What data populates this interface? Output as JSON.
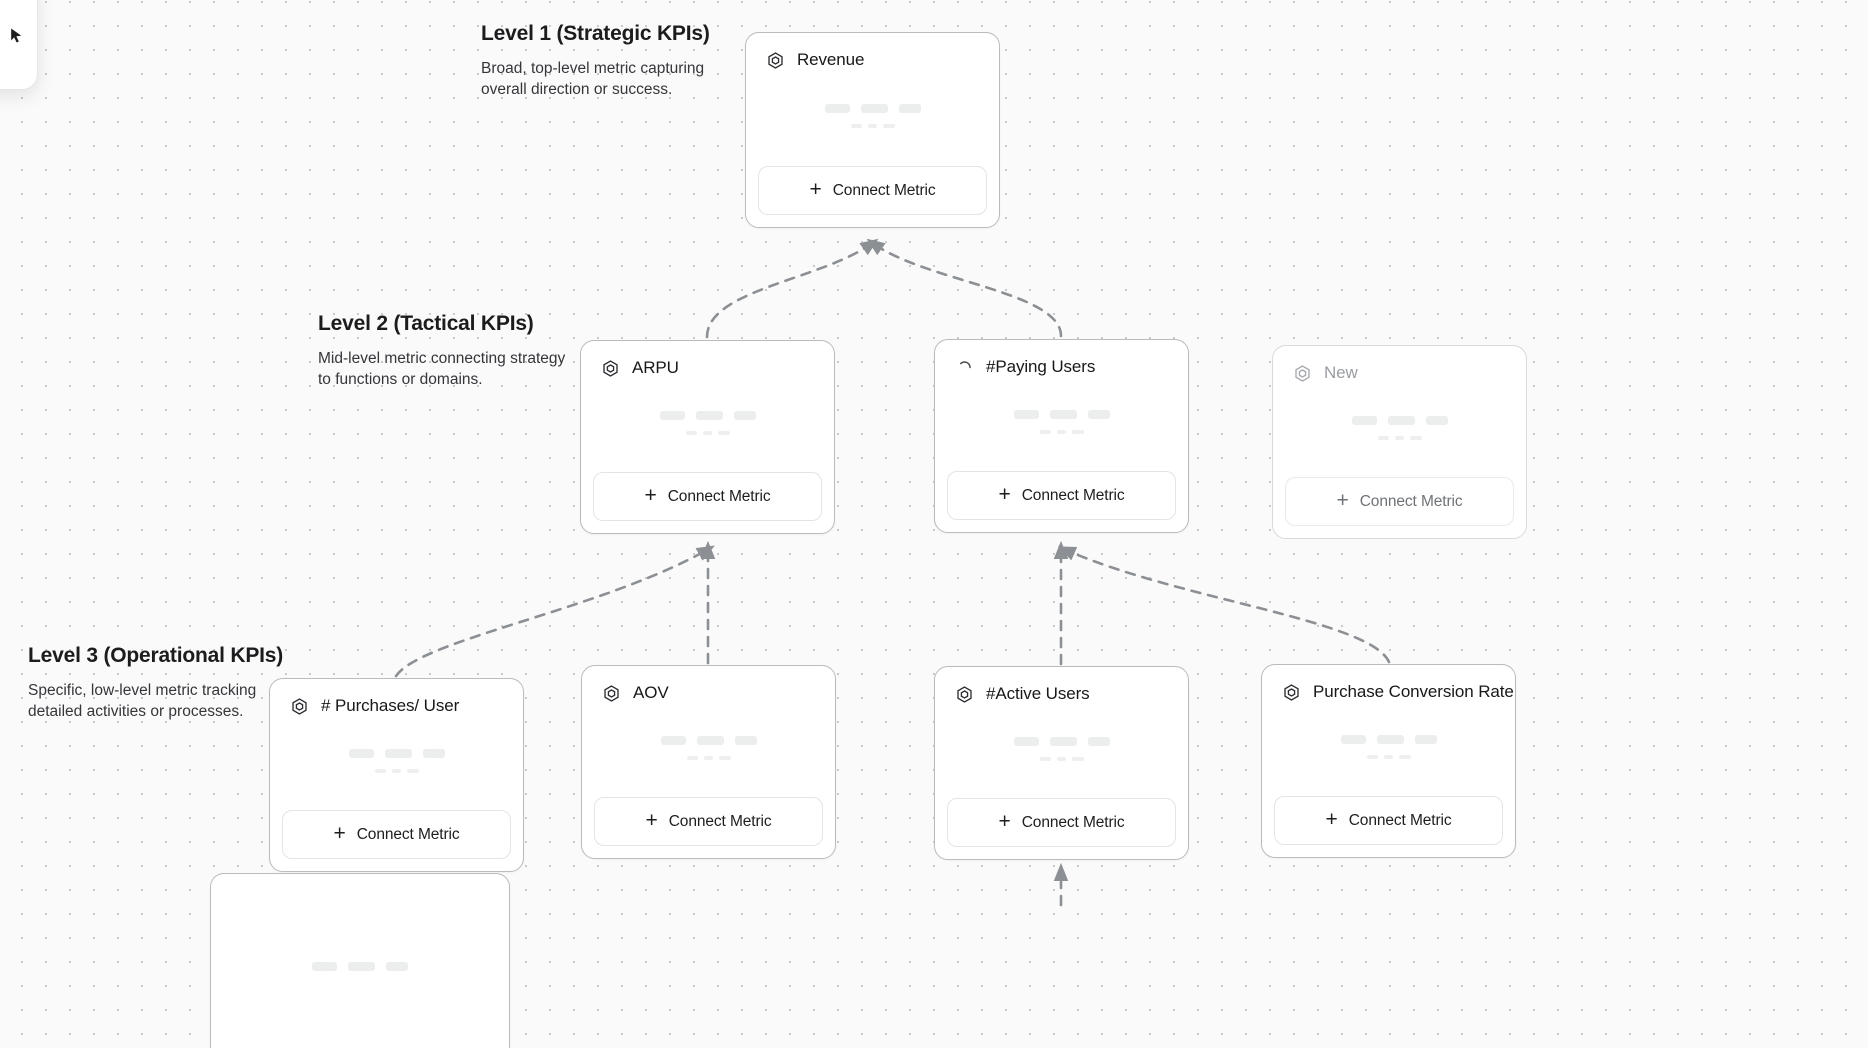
{
  "canvas": {
    "background_color": "#fafafa",
    "dot_color": "#c9c9c9"
  },
  "toolbar": {
    "cursor_tool_icon": "cursor-arrow-icon"
  },
  "levels": [
    {
      "title": "Level 1 (Strategic KPIs)",
      "description": "Broad, top-level metric capturing overall direction or success."
    },
    {
      "title": "Level 2 (Tactical KPIs)",
      "description": "Mid-level metric connecting strategy to functions or domains."
    },
    {
      "title": "Level 3 (Operational KPIs)",
      "description": "Specific, low-level metric tracking detailed activities or processes."
    }
  ],
  "connect_label": "Connect Metric",
  "plus_glyph": "+",
  "cards": [
    {
      "id": "revenue",
      "title": "Revenue",
      "icon": "hexagon-metric-icon",
      "state": "active"
    },
    {
      "id": "arpu",
      "title": "ARPU",
      "icon": "hexagon-metric-icon",
      "state": "active"
    },
    {
      "id": "paying",
      "title": "#Paying Users",
      "icon": "loading-spinner-icon",
      "state": "loading"
    },
    {
      "id": "new",
      "title": "New",
      "icon": "hexagon-metric-icon",
      "state": "ghost"
    },
    {
      "id": "purch",
      "title": "# Purchases/ User",
      "icon": "hexagon-metric-icon",
      "state": "active"
    },
    {
      "id": "aov",
      "title": "AOV",
      "icon": "hexagon-metric-icon",
      "state": "active"
    },
    {
      "id": "active",
      "title": "#Active Users",
      "icon": "hexagon-metric-icon",
      "state": "active"
    },
    {
      "id": "pcr",
      "title": "Purchase Conversion Rate",
      "icon": "hexagon-metric-icon",
      "state": "active"
    },
    {
      "id": "partial",
      "title": "",
      "icon": "hexagon-metric-icon",
      "state": "active"
    }
  ],
  "edges": {
    "style": "dashed",
    "color": "#8c8f93",
    "arrowhead": "triangle",
    "links": [
      {
        "from": "arpu",
        "to": "revenue"
      },
      {
        "from": "paying",
        "to": "revenue"
      },
      {
        "from": "purch",
        "to": "arpu"
      },
      {
        "from": "aov",
        "to": "arpu"
      },
      {
        "from": "active",
        "to": "paying"
      },
      {
        "from": "pcr",
        "to": "paying"
      },
      {
        "from": "partial",
        "to": "active"
      }
    ]
  }
}
